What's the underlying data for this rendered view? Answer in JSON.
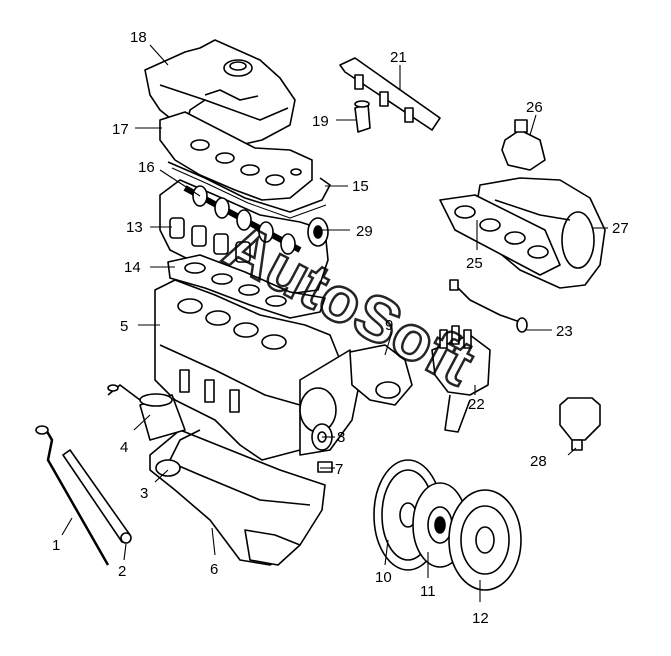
{
  "watermark": "AutoSoft",
  "callouts": [
    "1",
    "2",
    "3",
    "4",
    "5",
    "6",
    "7",
    "8",
    "9",
    "10",
    "11",
    "12",
    "13",
    "14",
    "15",
    "16",
    "17",
    "18",
    "19",
    "21",
    "22",
    "23",
    "25",
    "26",
    "27",
    "28",
    "29"
  ]
}
